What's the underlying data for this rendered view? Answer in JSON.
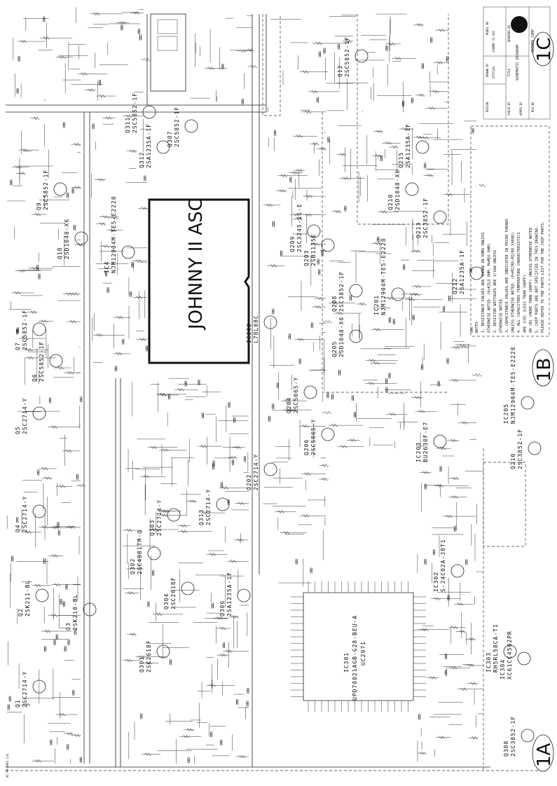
{
  "title_block": {
    "model_no_label": "MODEL NO",
    "model_no": "JOHNNY II ASC",
    "drawn_by_label": "DRAWN BY",
    "drawn_by": "UT5712H",
    "title_label": "TITLE",
    "title": "SCHEMATIC DIAGRAM",
    "drawing_no_label": "DRAWING NO",
    "company": "UNIDEN CORP",
    "design_label": "DESIGN",
    "check_label": "CHECK BY",
    "appro_label": "APPRO BY",
    "rev_label": "REV NO"
  },
  "notes": {
    "heading": "NOTES",
    "lines": [
      "1. RESISTANCE VALUES ARE SHOWN IN OHMS UNLESS",
      "   OTHERWISE NOTED. (K=KILO OHM, M=MEG OHM)",
      "2. RESISTOR WATTAGES ARE 1/16W UNLESS",
      "   OTHERWISE NOTED.",
      "3. CAPACITANCE VALUES ARE INDICATED IN MICRO FARADS",
      "   UNLESS OTHERWISE NOTED. (P=MICRO-MICRO FARAD)",
      "4. ALL CAPACITORS TEMPERATURE CHARACTERISTICS",
      "   ARE (CH) (LESS THAN 100PF)",
      "   OR (B) (MORE THAN 100PF) UNLESS OTHERWISE NOTED",
      "5. CHIP PARTS ARE NOT SPECIFIED IN THIS DRAWING.",
      "   PLEASE REFER TO THE PARTS LIST FOR THE CHIP PARTS."
    ]
  },
  "handwritten": {
    "model": "JOHNNY II ASC",
    "sheet_a": "1A",
    "sheet_b": "1B",
    "sheet_c": "1C"
  },
  "ic301": {
    "ref": "IC301",
    "part": "UPD78021AGB-G28-BEU-A",
    "code": "UC2971"
  },
  "footer_ref": "01 PA-0492 1/4",
  "components": [
    {
      "ref": "Q9",
      "part": "2SC5852-1F"
    },
    {
      "ref": "Q10",
      "part": "2SD1048-X6"
    },
    {
      "ref": "Q7",
      "part": "2SC5852-1F"
    },
    {
      "ref": "Q6",
      "part": "2SC5852-1F"
    },
    {
      "ref": "Q5",
      "part": "2SC2714-Y"
    },
    {
      "ref": "Q4",
      "part": "2SC2714-Y"
    },
    {
      "ref": "Q2",
      "part": "2SK211-BL"
    },
    {
      "ref": "Q3",
      "part": "2SK210-BL"
    },
    {
      "ref": "Q1",
      "part": "2SC2714-Y"
    },
    {
      "ref": "Q311",
      "part": "2SC5852-1F"
    },
    {
      "ref": "Q312",
      "part": "2SA1235A-1F"
    },
    {
      "ref": "Q307",
      "part": "2SC5852-1F"
    },
    {
      "ref": "IC4",
      "part": "NJM12904M-TE5-E2228"
    },
    {
      "ref": "Q303",
      "part": "2SC2714-Y"
    },
    {
      "ref": "Q313",
      "part": "2SC2714-Y"
    },
    {
      "ref": "Q302",
      "part": "2SC4081TM-Q"
    },
    {
      "ref": "Q304",
      "part": "2SC2618F"
    },
    {
      "ref": "Q301",
      "part": "2SC2618F"
    },
    {
      "ref": "Q306",
      "part": "2SA1235A-1F"
    },
    {
      "ref": "IC202",
      "part": "L78L08C"
    },
    {
      "ref": "Q209",
      "part": "2SC3245-11-E"
    },
    {
      "ref": "Q203",
      "part": "2SB1135E"
    },
    {
      "ref": "Q208",
      "part": "2SC3852-1F"
    },
    {
      "ref": "Q205",
      "part": "2SD1048-X6"
    },
    {
      "ref": "Q204",
      "part": "2SC5065-Y"
    },
    {
      "ref": "Q206",
      "part": "2SC5065-Y"
    },
    {
      "ref": "Q202",
      "part": "2SC2714-Y"
    },
    {
      "ref": "IC201",
      "part": "NJM12904M-TE5-E2228"
    },
    {
      "ref": "Q215",
      "part": "2SA1235A-1F"
    },
    {
      "ref": "Q218",
      "part": "2SD1048-X6"
    },
    {
      "ref": "Q213",
      "part": "2SC3852-1F"
    },
    {
      "ref": "Q12",
      "part": "2SC5852-1F"
    },
    {
      "ref": "IC203",
      "part": "BU2630F-E7"
    },
    {
      "ref": "Q212",
      "part": "2SA1235A-1F"
    },
    {
      "ref": "IC205",
      "part": "NJM12904M-TE5-E2228"
    },
    {
      "ref": "Q210",
      "part": "2SC3852-1F"
    },
    {
      "ref": "IC302",
      "part": "S-24C02A-J8T1"
    },
    {
      "ref": "IC303",
      "part": "RH5RL58CA-T1"
    },
    {
      "ref": "IC304",
      "part": "XC61CC4502PR"
    },
    {
      "ref": "Q308",
      "part": "2SC3852-1F"
    }
  ]
}
